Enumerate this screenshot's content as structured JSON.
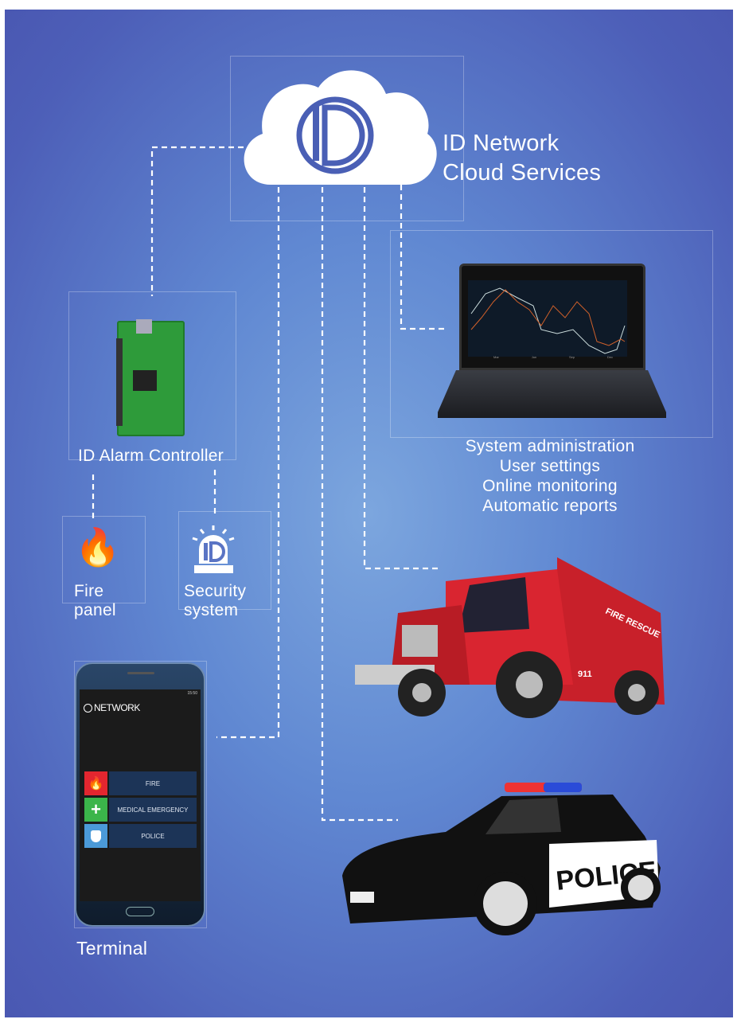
{
  "cloud": {
    "title_line1": "ID Network",
    "title_line2": "Cloud Services"
  },
  "controller": {
    "label": "ID Alarm Controller"
  },
  "fire_panel": {
    "line1": "Fire",
    "line2": "panel"
  },
  "security": {
    "line1": "Security",
    "line2": "system"
  },
  "laptop": {
    "features": [
      "System administration",
      "User settings",
      "Online monitoring",
      "Automatic reports"
    ],
    "chart_months": [
      "Mar",
      "Jun",
      "Sep",
      "Dec"
    ]
  },
  "terminal": {
    "label": "Terminal",
    "app_name": "NETWORK",
    "time": "15:50",
    "buttons": [
      {
        "label": "FIRE",
        "color": "#e4262f"
      },
      {
        "label": "MEDICAL EMERGENCY",
        "color": "#3bb54a"
      },
      {
        "label": "POLICE",
        "color": "#4b9ad8"
      }
    ]
  },
  "fire_truck": {
    "side_text": "FIRE RESCUE",
    "number": "911"
  },
  "police_car": {
    "side_text": "POLICE"
  }
}
